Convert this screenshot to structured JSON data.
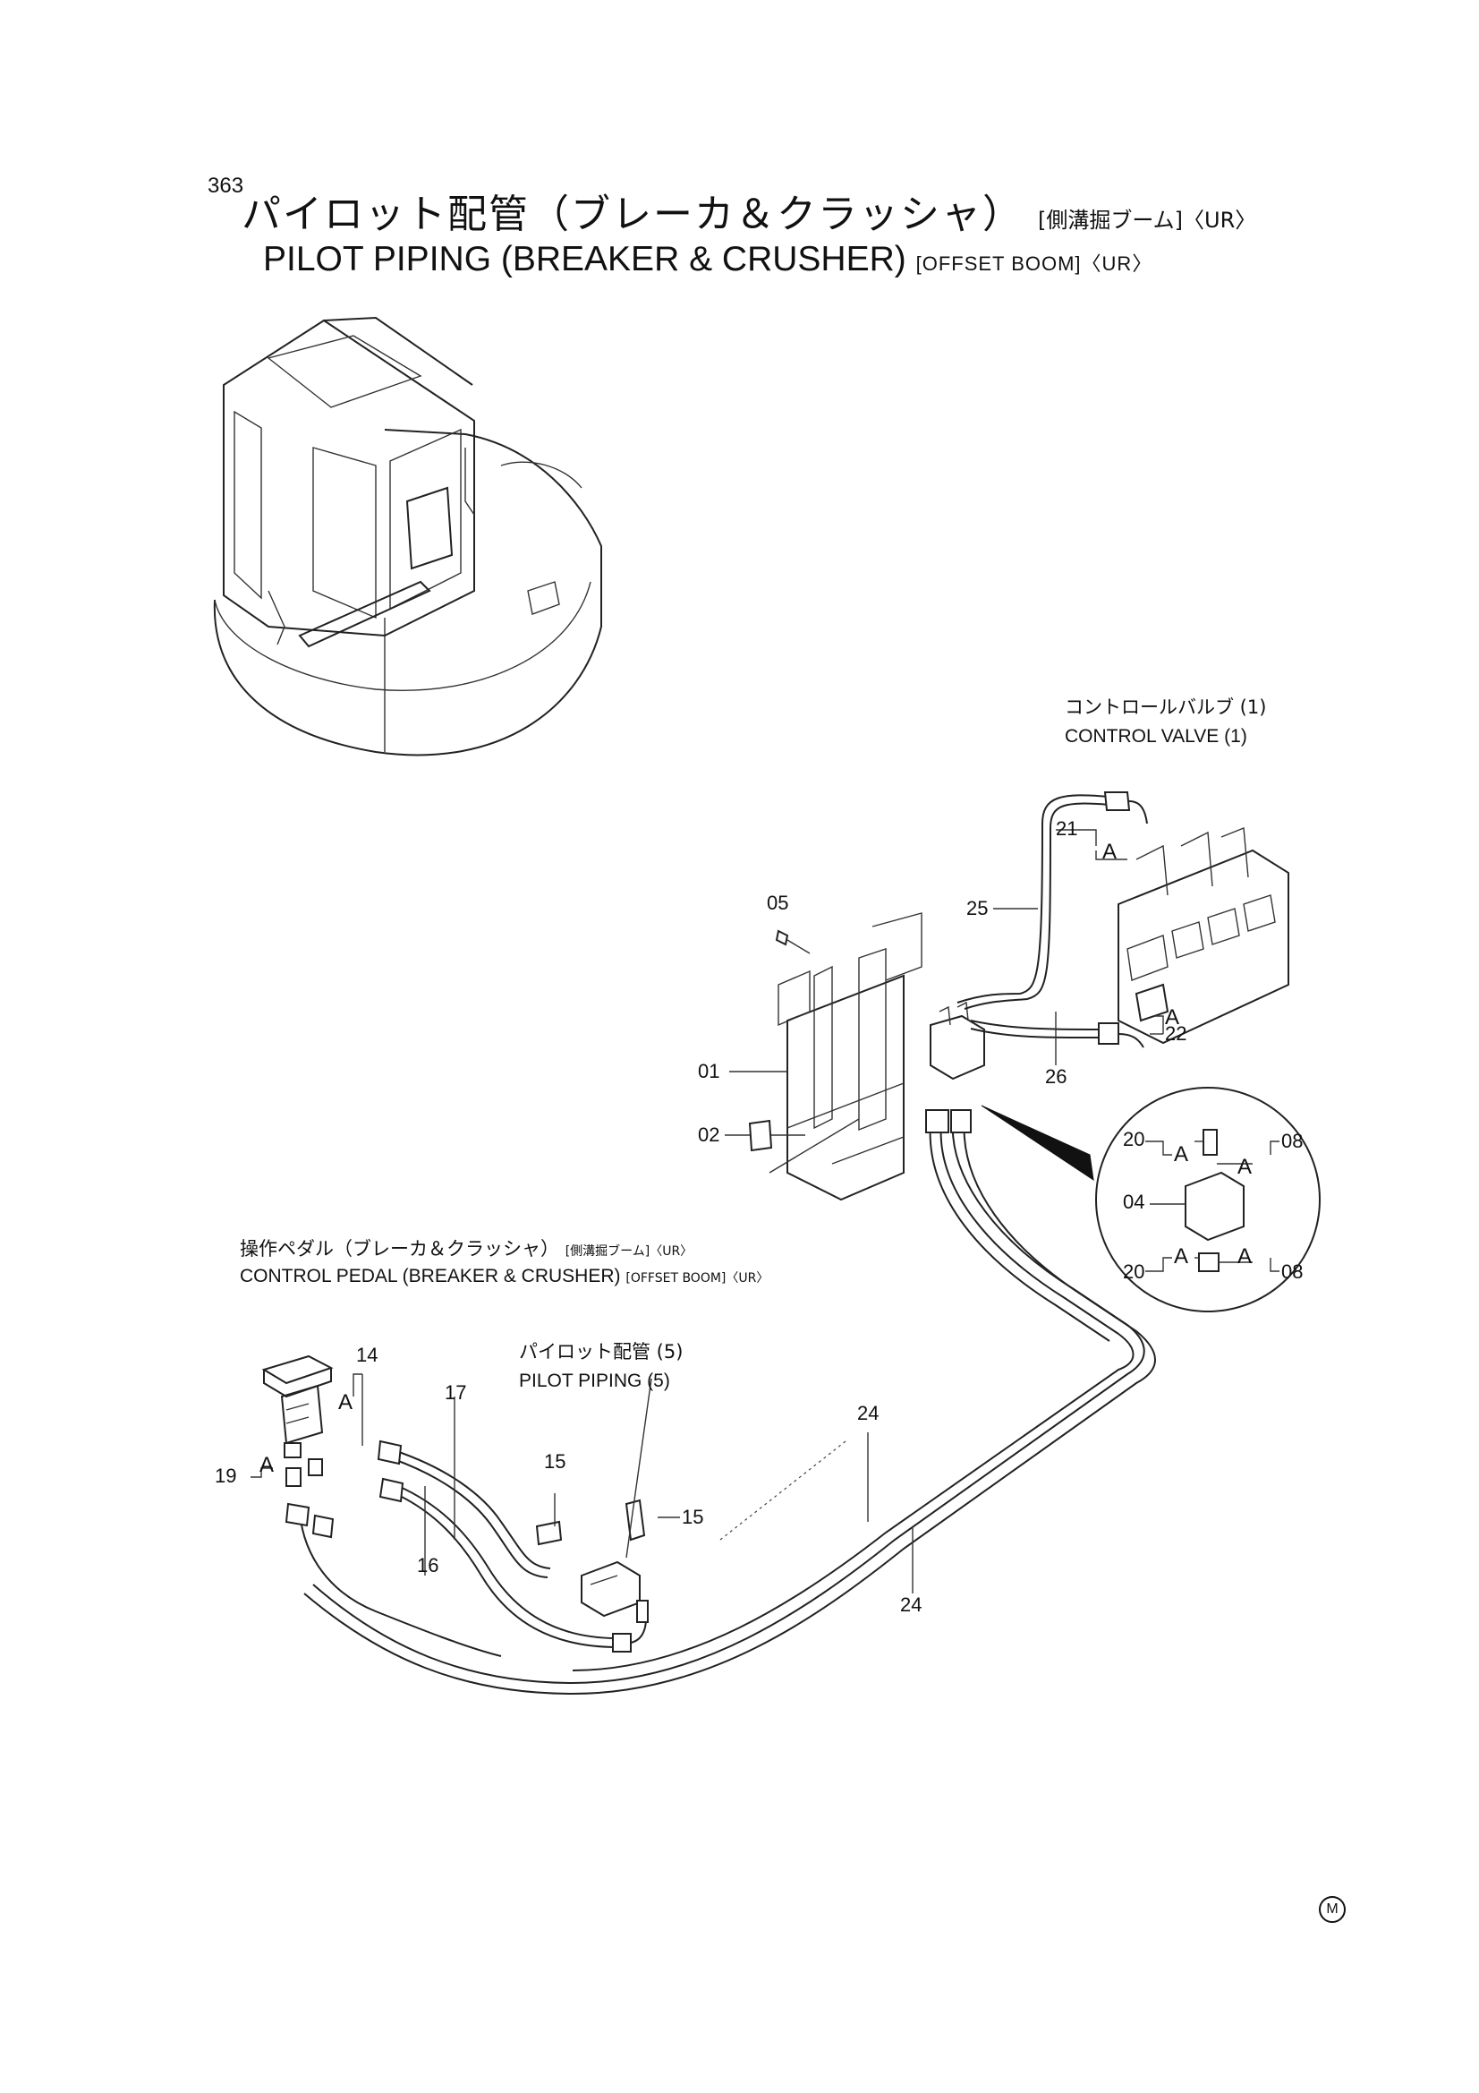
{
  "header": {
    "page_number": "363",
    "title_jp": "パイロット配管（ブレーカ＆クラッシャ）",
    "title_jp_suffix": "[側溝掘ブーム]〈UR〉",
    "title_en": "PILOT PIPING (BREAKER & CRUSHER)",
    "title_en_suffix": "[OFFSET BOOM]〈UR〉"
  },
  "callouts": {
    "control_valve_jp": "コントロールバルブ (1)",
    "control_valve_en": "CONTROL VALVE (1)",
    "control_pedal_jp": "操作ペダル（ブレーカ＆クラッシャ）",
    "control_pedal_jp_suffix": "[側溝掘ブーム]〈UR〉",
    "control_pedal_en": "CONTROL PEDAL (BREAKER & CRUSHER)",
    "control_pedal_en_suffix": "[OFFSET BOOM]〈UR〉",
    "pilot_piping_jp": "パイロット配管 (5)",
    "pilot_piping_en": "PILOT PIPING (5)"
  },
  "parts": {
    "p01": "01",
    "p02": "02",
    "p04": "04",
    "p05": "05",
    "p08a": "08",
    "p08b": "08",
    "p14": "14",
    "p15a": "15",
    "p15b": "15",
    "p16": "16",
    "p17": "17",
    "p19": "19",
    "p20a": "20",
    "p20b": "20",
    "p21": "21",
    "p22": "22",
    "p24a": "24",
    "p24b": "24",
    "p25": "25",
    "p26": "26"
  },
  "keys": {
    "a_valve_top": "A",
    "a_valve_bottom": "A",
    "a_detail_tl": "A",
    "a_detail_tr": "A",
    "a_detail_bl": "A",
    "a_detail_br": "A",
    "a_pedal_top": "A",
    "a_pedal_left": "A"
  },
  "footer": {
    "maker_mark": "M"
  }
}
